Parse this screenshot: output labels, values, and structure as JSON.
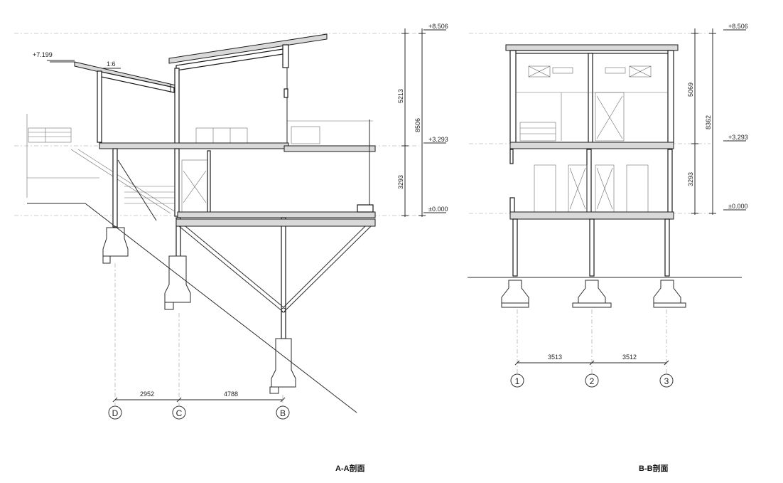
{
  "section_aa": {
    "title": "A-A剖面",
    "roof_level": "+7.199",
    "slope": "1:6",
    "top_level": "+8.506",
    "mid_level": "+3.293",
    "zero_level": "±0.000",
    "dim_upper": "5213",
    "dim_total": "8506",
    "dim_lower": "3293",
    "span_dc": "2952",
    "span_cb": "4788",
    "axes": [
      "D",
      "C",
      "B"
    ]
  },
  "section_bb": {
    "title": "B-B剖面",
    "top_level": "+8.506",
    "mid_level": "+3.293",
    "zero_level": "±0.000",
    "dim_upper": "5069",
    "dim_total": "8362",
    "dim_lower": "3293",
    "span_12": "3513",
    "span_23": "3512",
    "axes": [
      "1",
      "2",
      "3"
    ]
  }
}
